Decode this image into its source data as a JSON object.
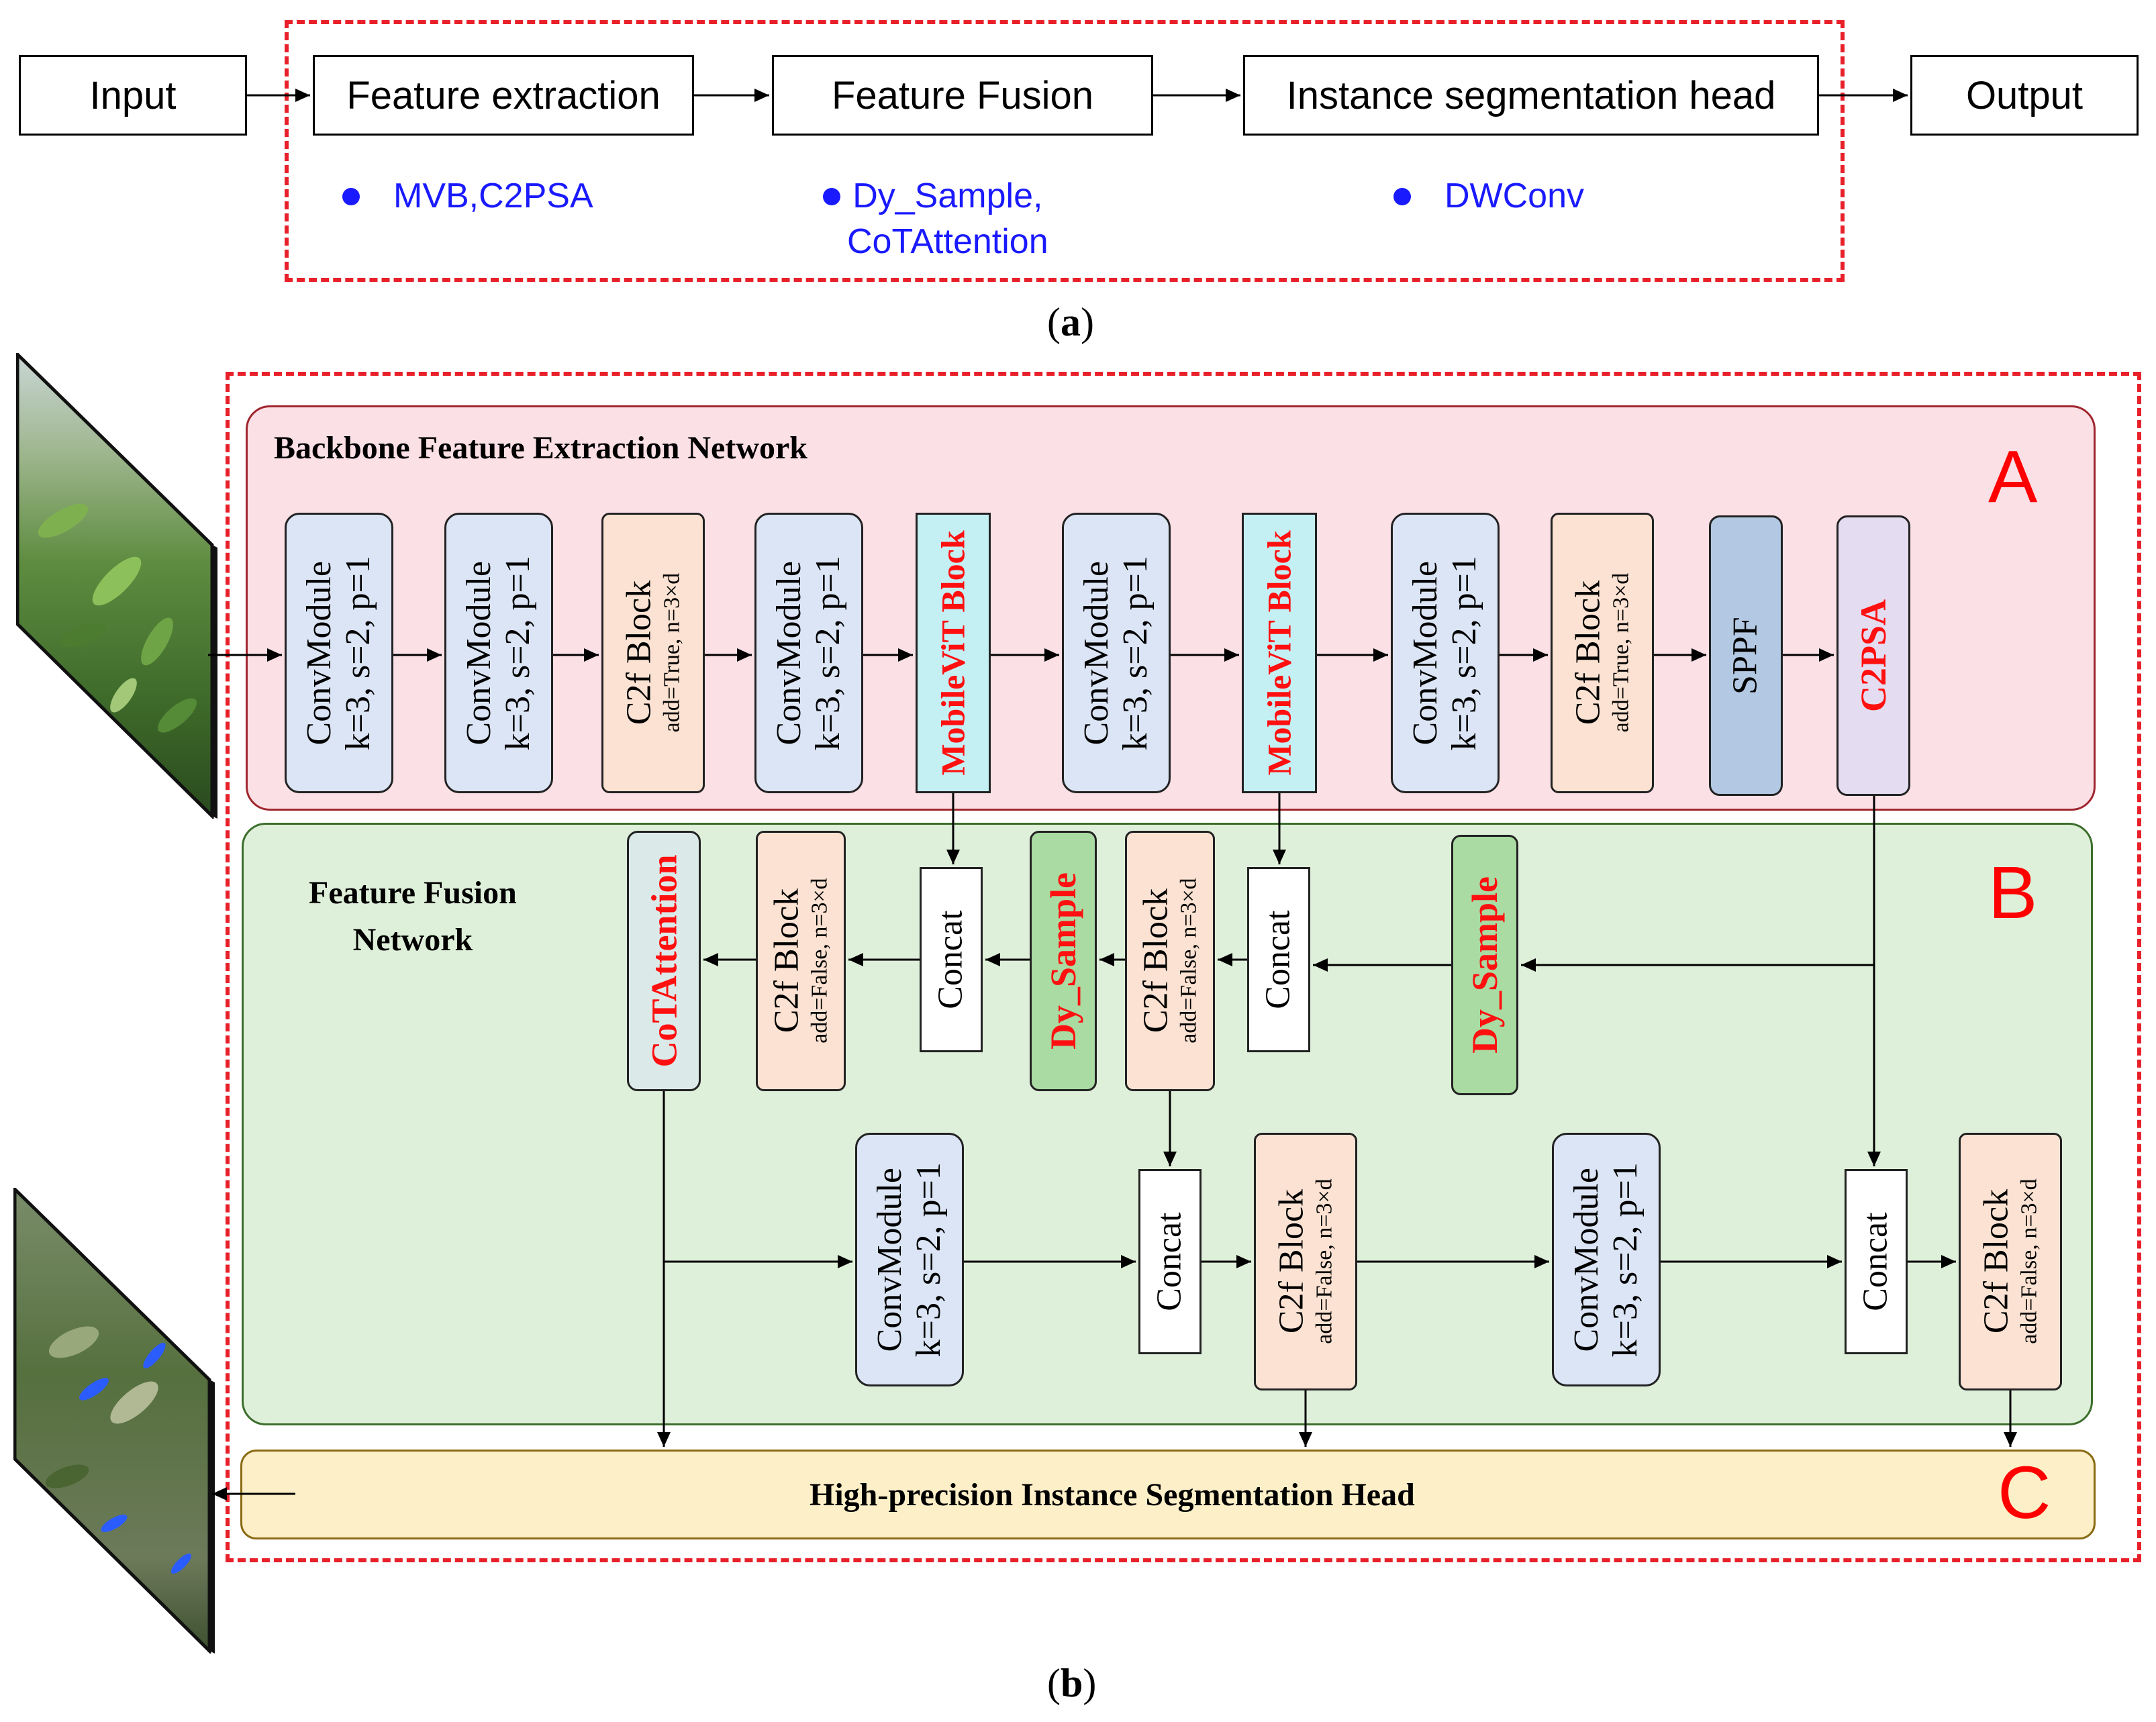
{
  "part_a": {
    "flow": {
      "input": "Input",
      "feature_extraction": "Feature extraction",
      "feature_fusion": "Feature Fusion",
      "seg_head": "Instance segmentation head",
      "output": "Output"
    },
    "bullets": {
      "extraction": "MVB,C2PSA",
      "fusion_line1": "Dy_Sample,",
      "fusion_line2": "CoTAttention",
      "head": "DWConv"
    },
    "caption_letter": "a"
  },
  "part_b": {
    "caption_letter": "b",
    "backbone": {
      "title": "Backbone Feature Extraction Network",
      "letter": "A",
      "conv_name": "ConvModule",
      "conv_params": "k=3, s=2, p=1",
      "c2f_name": "C2f Block",
      "c2f_params": "add=True, n=3×d",
      "mvb": "MobileViT Block",
      "sppf": "SPPF",
      "c2psa": "C2PSA"
    },
    "fusion": {
      "title_line1": "Feature Fusion",
      "title_line2": "Network",
      "letter": "B",
      "cot": "CoTAttention",
      "c2f_name": "C2f Block",
      "c2f_params": "add=False, n=3×d",
      "concat": "Concat",
      "dy": "Dy_Sample",
      "conv_name": "ConvModule",
      "conv_params": "k=3, s=2, p=1"
    },
    "head": {
      "title": "High-precision Instance Segmentation Head",
      "letter": "C"
    }
  },
  "colors": {
    "dashed_outline": "#e8202a",
    "bullet_blue": "#1a1aff",
    "panel_a_fill": "#fbe0e6",
    "panel_a_border": "#a0262e",
    "panel_b_fill": "#dff0da",
    "panel_b_border": "#3c6e2c",
    "panel_c_fill": "#fdf0c8",
    "panel_c_border": "#8a6a14",
    "highlight_red": "#ff1010"
  }
}
